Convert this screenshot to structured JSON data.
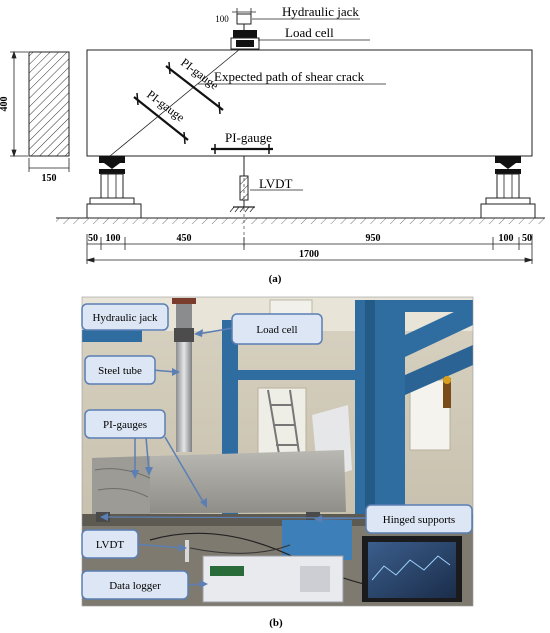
{
  "figure_a": {
    "caption": "(a)",
    "labels": {
      "hydraulic_jack": "Hydraulic jack",
      "jack_width": "100",
      "load_cell": "Load cell",
      "shear_crack": "Expected path of shear crack",
      "pi_gauge_diag_1": "PI-gauge",
      "pi_gauge_diag_2": "PI-gauge",
      "pi_gauge_bottom": "PI-gauge",
      "lvdt": "LVDT",
      "section_height": "400",
      "section_width": "150"
    },
    "dimensions": {
      "d1": "50",
      "d2": "100",
      "d3": "450",
      "d4": "950",
      "d5": "100",
      "d6": "50",
      "total": "1700"
    }
  },
  "figure_b": {
    "caption": "(b)",
    "callouts": {
      "hydraulic_jack": "Hydraulic jack",
      "load_cell": "Load cell",
      "steel_tube": "Steel tube",
      "pi_gauges": "PI-gauges",
      "lvdt": "LVDT",
      "data_logger": "Data logger",
      "hinged_supports": "Hinged supports"
    }
  },
  "colors": {
    "callout_fill": "#dde6f4",
    "callout_border": "#5b7fb4",
    "frame_blue": "#2f6da1",
    "concrete": "#a9a9a4"
  }
}
